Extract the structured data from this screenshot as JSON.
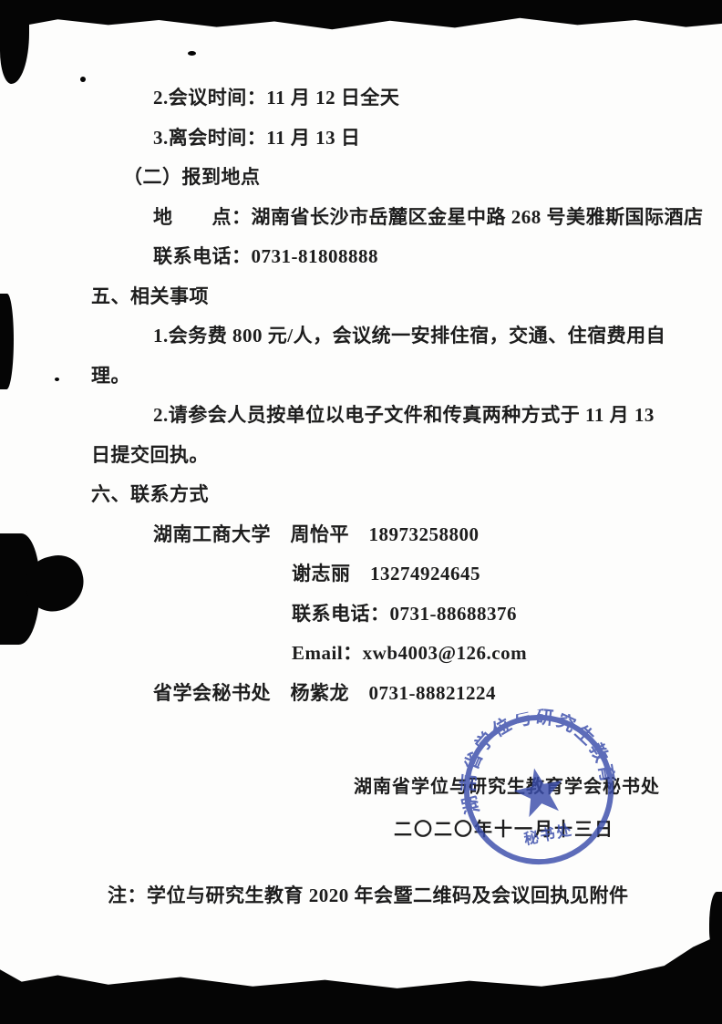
{
  "document": {
    "body_lines": [
      "2.会议时间：11 月 12 日全天",
      "3.离会时间：11 月 13 日",
      "（二）报到地点",
      "地　　点：湖南省长沙市岳麓区金星中路 268 号美雅斯国际酒店",
      "联系电话：0731-81808888",
      "五、相关事项",
      "1.会务费 800 元/人，会议统一安排住宿，交通、住宿费用自",
      "理。",
      "2.请参会人员按单位以电子文件和传真两种方式于 11 月 13",
      "日提交回执。",
      "六、联系方式",
      "湖南工商大学　周怡平　18973258800",
      "谢志丽　13274924645",
      "联系电话：0731-88688376",
      "Email：xwb4003@126.com",
      "省学会秘书处　杨紫龙　0731-88821224"
    ],
    "signature": {
      "org": "湖南省学位与研究生教育学会秘书处",
      "date": "二〇二〇年十一月十三日"
    },
    "stamp": {
      "ring_text": "湖南省学位与研究生教育学会",
      "bottom_text": "秘书处",
      "color": "#3a4dab"
    },
    "note": "注：学位与研究生教育 2020 年会暨二维码及会议回执见附件"
  }
}
